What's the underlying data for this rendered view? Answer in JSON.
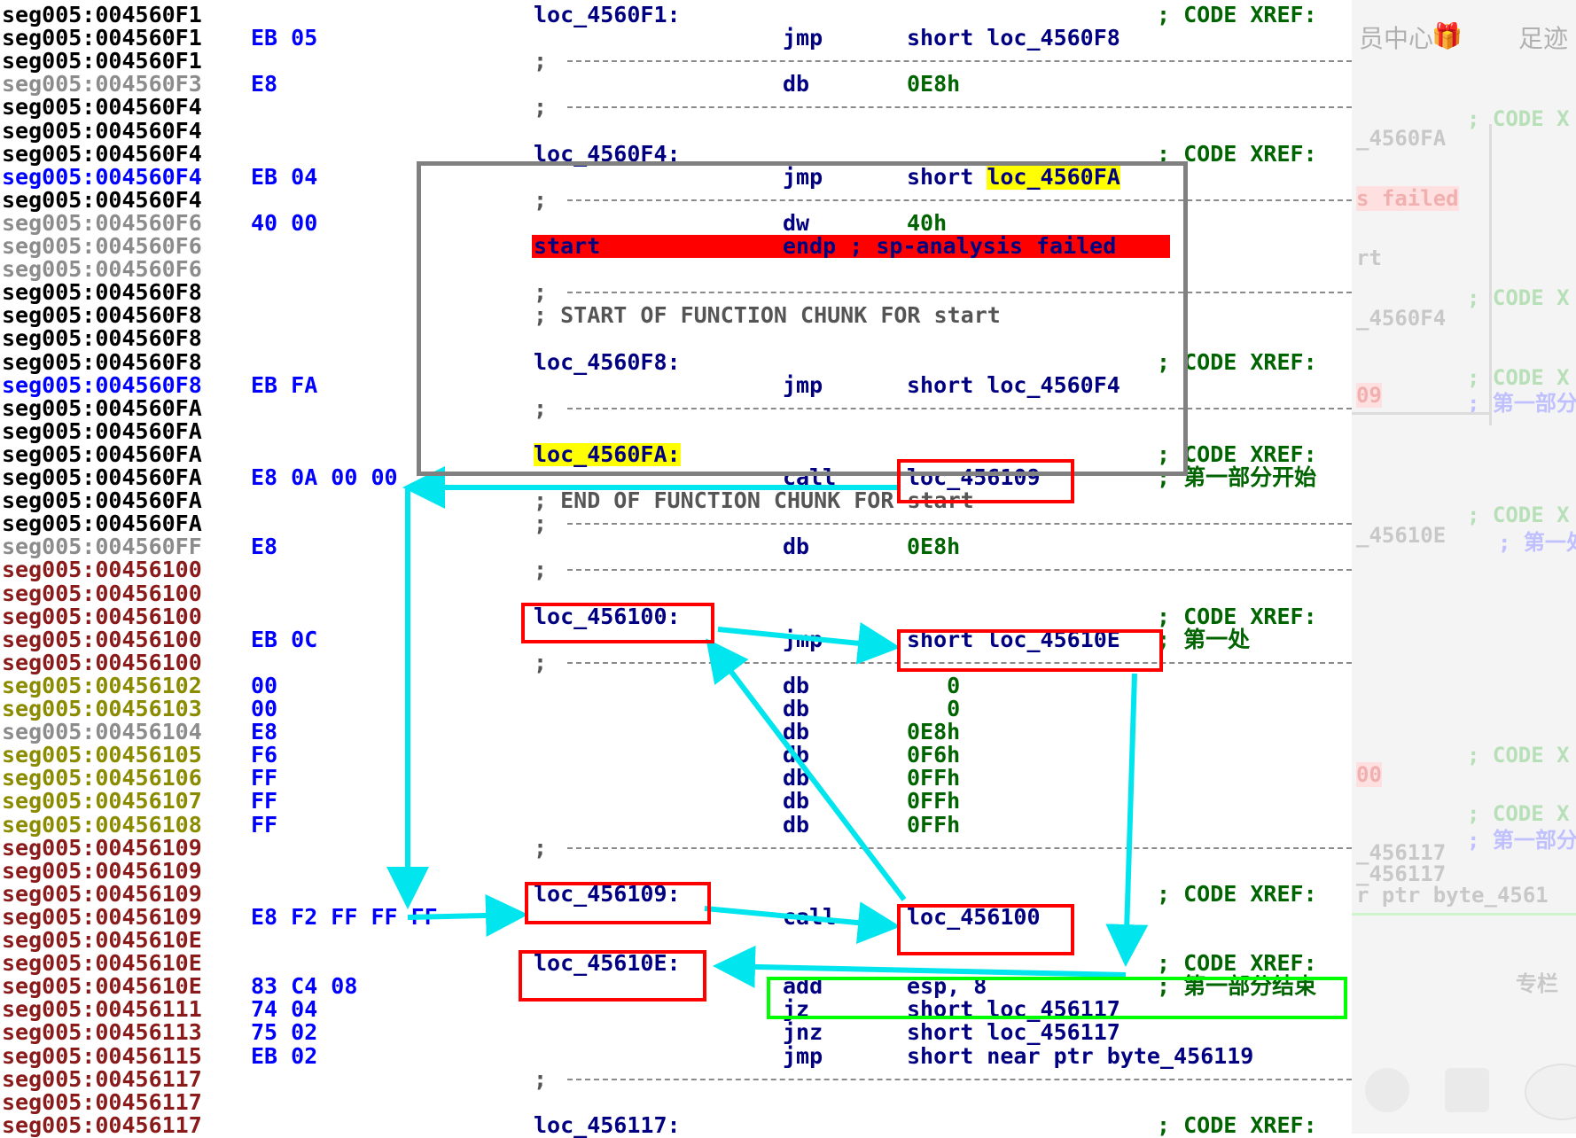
{
  "lines": [
    {
      "addr": "seg005:004560F1",
      "ac": "black",
      "lbl": "loc_4560F1:",
      "cm": "; CODE XREF:"
    },
    {
      "addr": "seg005:004560F1",
      "ac": "black",
      "bytes": "EB 05",
      "mn": "jmp",
      "op": "short loc_4560F8"
    },
    {
      "addr": "seg005:004560F1",
      "ac": "black",
      "sep": true
    },
    {
      "addr": "seg005:004560F3",
      "ac": "gray",
      "bytes": "E8",
      "mn": "db",
      "op": "0E8h",
      "opnum": true
    },
    {
      "addr": "seg005:004560F4",
      "ac": "black",
      "sep": true
    },
    {
      "addr": "seg005:004560F4",
      "ac": "black"
    },
    {
      "addr": "seg005:004560F4",
      "ac": "black",
      "lbl": "loc_4560F4:",
      "cm": "; CODE XREF:"
    },
    {
      "addr": "seg005:004560F4",
      "ac": "blue",
      "bytes": "EB 04",
      "mn": "jmp",
      "op": "short ",
      "op_hl": "loc_4560FA"
    },
    {
      "addr": "seg005:004560F4",
      "ac": "black",
      "sep": true
    },
    {
      "addr": "seg005:004560F6",
      "ac": "gray",
      "bytes": "40 00",
      "mn": "dw",
      "op": "40h",
      "opnum": true
    },
    {
      "addr": "seg005:004560F6",
      "ac": "gray",
      "redrow": true,
      "lbl": "start",
      "mn": "endp ; sp-analysis failed"
    },
    {
      "addr": "seg005:004560F6",
      "ac": "gray"
    },
    {
      "addr": "seg005:004560F8",
      "ac": "black",
      "sep": true
    },
    {
      "addr": "seg005:004560F8",
      "ac": "black",
      "chunk": "; START OF FUNCTION CHUNK FOR start"
    },
    {
      "addr": "seg005:004560F8",
      "ac": "black"
    },
    {
      "addr": "seg005:004560F8",
      "ac": "black",
      "lbl": "loc_4560F8:",
      "cm": "; CODE XREF:"
    },
    {
      "addr": "seg005:004560F8",
      "ac": "blue",
      "bytes": "EB FA",
      "mn": "jmp",
      "op": "short loc_4560F4"
    },
    {
      "addr": "seg005:004560FA",
      "ac": "black",
      "sep": true
    },
    {
      "addr": "seg005:004560FA",
      "ac": "black"
    },
    {
      "addr": "seg005:004560FA",
      "ac": "black",
      "lbl": "loc_4560FA:",
      "lblhl": true,
      "cm": "; CODE XREF:"
    },
    {
      "addr": "seg005:004560FA",
      "ac": "black",
      "bytes": "E8 0A 00 00",
      "mn": "call",
      "op": "loc_456109",
      "cm": "; 第一部分开始"
    },
    {
      "addr": "seg005:004560FA",
      "ac": "black",
      "chunk": "; END OF FUNCTION CHUNK FOR start"
    },
    {
      "addr": "seg005:004560FA",
      "ac": "black",
      "sep": true
    },
    {
      "addr": "seg005:004560FF",
      "ac": "gray",
      "bytes": "E8",
      "mn": "db",
      "op": "0E8h",
      "opnum": true
    },
    {
      "addr": "seg005:00456100",
      "ac": "red",
      "sep": true
    },
    {
      "addr": "seg005:00456100",
      "ac": "red"
    },
    {
      "addr": "seg005:00456100",
      "ac": "red",
      "lbl": "loc_456100:",
      "cm": "; CODE XREF:"
    },
    {
      "addr": "seg005:00456100",
      "ac": "red",
      "bytes": "EB 0C",
      "mn": "jmp",
      "op": "short loc_45610E",
      "cm": "; 第一处"
    },
    {
      "addr": "seg005:00456100",
      "ac": "red",
      "sep": true
    },
    {
      "addr": "seg005:00456102",
      "ac": "olive",
      "bytes": "00",
      "mn": "db",
      "op": "   0",
      "opnum": true
    },
    {
      "addr": "seg005:00456103",
      "ac": "olive",
      "bytes": "00",
      "mn": "db",
      "op": "   0",
      "opnum": true
    },
    {
      "addr": "seg005:00456104",
      "ac": "gray",
      "bytes": "E8",
      "mn": "db",
      "op": "0E8h",
      "opnum": true
    },
    {
      "addr": "seg005:00456105",
      "ac": "olive",
      "bytes": "F6",
      "mn": "db",
      "op": "0F6h",
      "opnum": true
    },
    {
      "addr": "seg005:00456106",
      "ac": "olive",
      "bytes": "FF",
      "mn": "db",
      "op": "0FFh",
      "opnum": true
    },
    {
      "addr": "seg005:00456107",
      "ac": "olive",
      "bytes": "FF",
      "mn": "db",
      "op": "0FFh",
      "opnum": true
    },
    {
      "addr": "seg005:00456108",
      "ac": "olive",
      "bytes": "FF",
      "mn": "db",
      "op": "0FFh",
      "opnum": true
    },
    {
      "addr": "seg005:00456109",
      "ac": "red",
      "sep": true
    },
    {
      "addr": "seg005:00456109",
      "ac": "red"
    },
    {
      "addr": "seg005:00456109",
      "ac": "red",
      "lbl": "loc_456109:",
      "cm": "; CODE XREF:"
    },
    {
      "addr": "seg005:00456109",
      "ac": "red",
      "bytes": "E8 F2 FF FF FF",
      "mn": "call",
      "op": "loc_456100"
    },
    {
      "addr": "seg005:0045610E",
      "ac": "red"
    },
    {
      "addr": "seg005:0045610E",
      "ac": "red",
      "lbl": "loc_45610E:",
      "cm": "; CODE XREF:"
    },
    {
      "addr": "seg005:0045610E",
      "ac": "red",
      "bytes": "83 C4 08",
      "mn": "add",
      "op": "esp, 8",
      "cm": "; 第一部分结束"
    },
    {
      "addr": "seg005:00456111",
      "ac": "red",
      "bytes": "74 04",
      "mn": "jz",
      "op": "short loc_456117"
    },
    {
      "addr": "seg005:00456113",
      "ac": "red",
      "bytes": "75 02",
      "mn": "jnz",
      "op": "short loc_456117"
    },
    {
      "addr": "seg005:00456115",
      "ac": "red",
      "bytes": "EB 02",
      "mn": "jmp",
      "op": "short near ptr byte_456119"
    },
    {
      "addr": "seg005:00456117",
      "ac": "red",
      "sep": true
    },
    {
      "addr": "seg005:00456117",
      "ac": "red"
    },
    {
      "addr": "seg005:00456117",
      "ac": "red",
      "lbl": "loc_456117:",
      "cm": "; CODE XREF:"
    }
  ],
  "side_panel": {
    "nav_member": "员中心",
    "nav_footprint": "足迹",
    "frag_lines": [
      {
        "text": "; CODE X",
        "style": "green"
      },
      {
        "text": "_4560FA",
        "style": "gray"
      },
      {
        "text": "s failed",
        "style": "pink"
      },
      {
        "text": "rt",
        "style": "gray"
      },
      {
        "text": "; CODE X",
        "style": "green"
      },
      {
        "text": "_4560F4",
        "style": "gray"
      },
      {
        "text": "; CODE X",
        "style": "green"
      },
      {
        "text": "09",
        "style": "pink"
      },
      {
        "text": "; 第一部分",
        "style": "blue"
      },
      {
        "text": "; CODE X",
        "style": "green"
      },
      {
        "text": "_45610E",
        "style": "gray"
      },
      {
        "text": "; 第一处",
        "style": "blue"
      },
      {
        "text": "00",
        "style": "pink"
      },
      {
        "text": "; CODE X",
        "style": "green"
      },
      {
        "text": "; CODE X",
        "style": "green"
      },
      {
        "text": "; 第一部分",
        "style": "blue"
      },
      {
        "text": "_456117",
        "style": "gray"
      },
      {
        "text": "_456117",
        "style": "gray"
      },
      {
        "text": "r ptr byte_4561",
        "style": "gray"
      },
      {
        "text": "专栏",
        "style": "gray"
      }
    ]
  },
  "colors": {
    "addr_gray": "#8c8c8c",
    "addr_blue": "#0000ff",
    "addr_red": "#8b1a1a",
    "addr_olive": "#8b8b00",
    "arrow": "#00e5ee",
    "highlight_red": "#ff0000",
    "highlight_yellow": "#ffff00",
    "box_gray": "#808080",
    "box_red": "#ff0000",
    "box_green": "#00ff00"
  }
}
